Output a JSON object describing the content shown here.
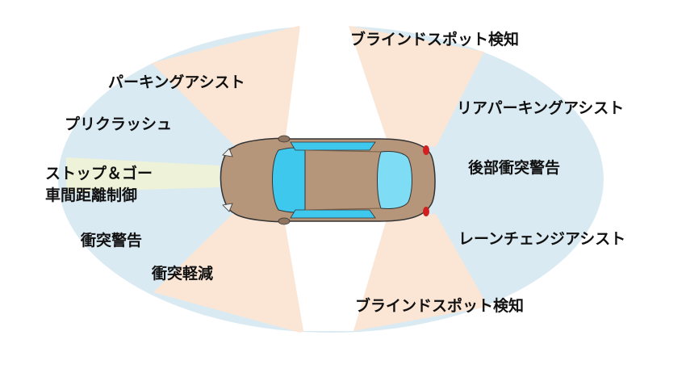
{
  "colors": {
    "detection_blue": "#daeaf2",
    "detection_peach": "#fbe6d6",
    "front_beam": "#eef2d8",
    "car_body": "#b6967a",
    "car_glass": "#3ec8ee",
    "outline": "#333333"
  },
  "labels": {
    "blind_spot_top": "ブラインドスポット検知",
    "parking_assist": "パーキングアシスト",
    "rear_parking_assist": "リアパーキングアシスト",
    "pre_crash": "プリクラッシュ",
    "rear_collision_warning": "後部衝突警告",
    "stop_go_line1": "ストップ＆ゴー",
    "stop_go_line2": "車間距離制御",
    "lane_change_assist": "レーンチェンジアシスト",
    "collision_warning": "衝突警告",
    "collision_mitigation": "衝突軽減",
    "blind_spot_bottom": "ブラインドスポット検知"
  }
}
